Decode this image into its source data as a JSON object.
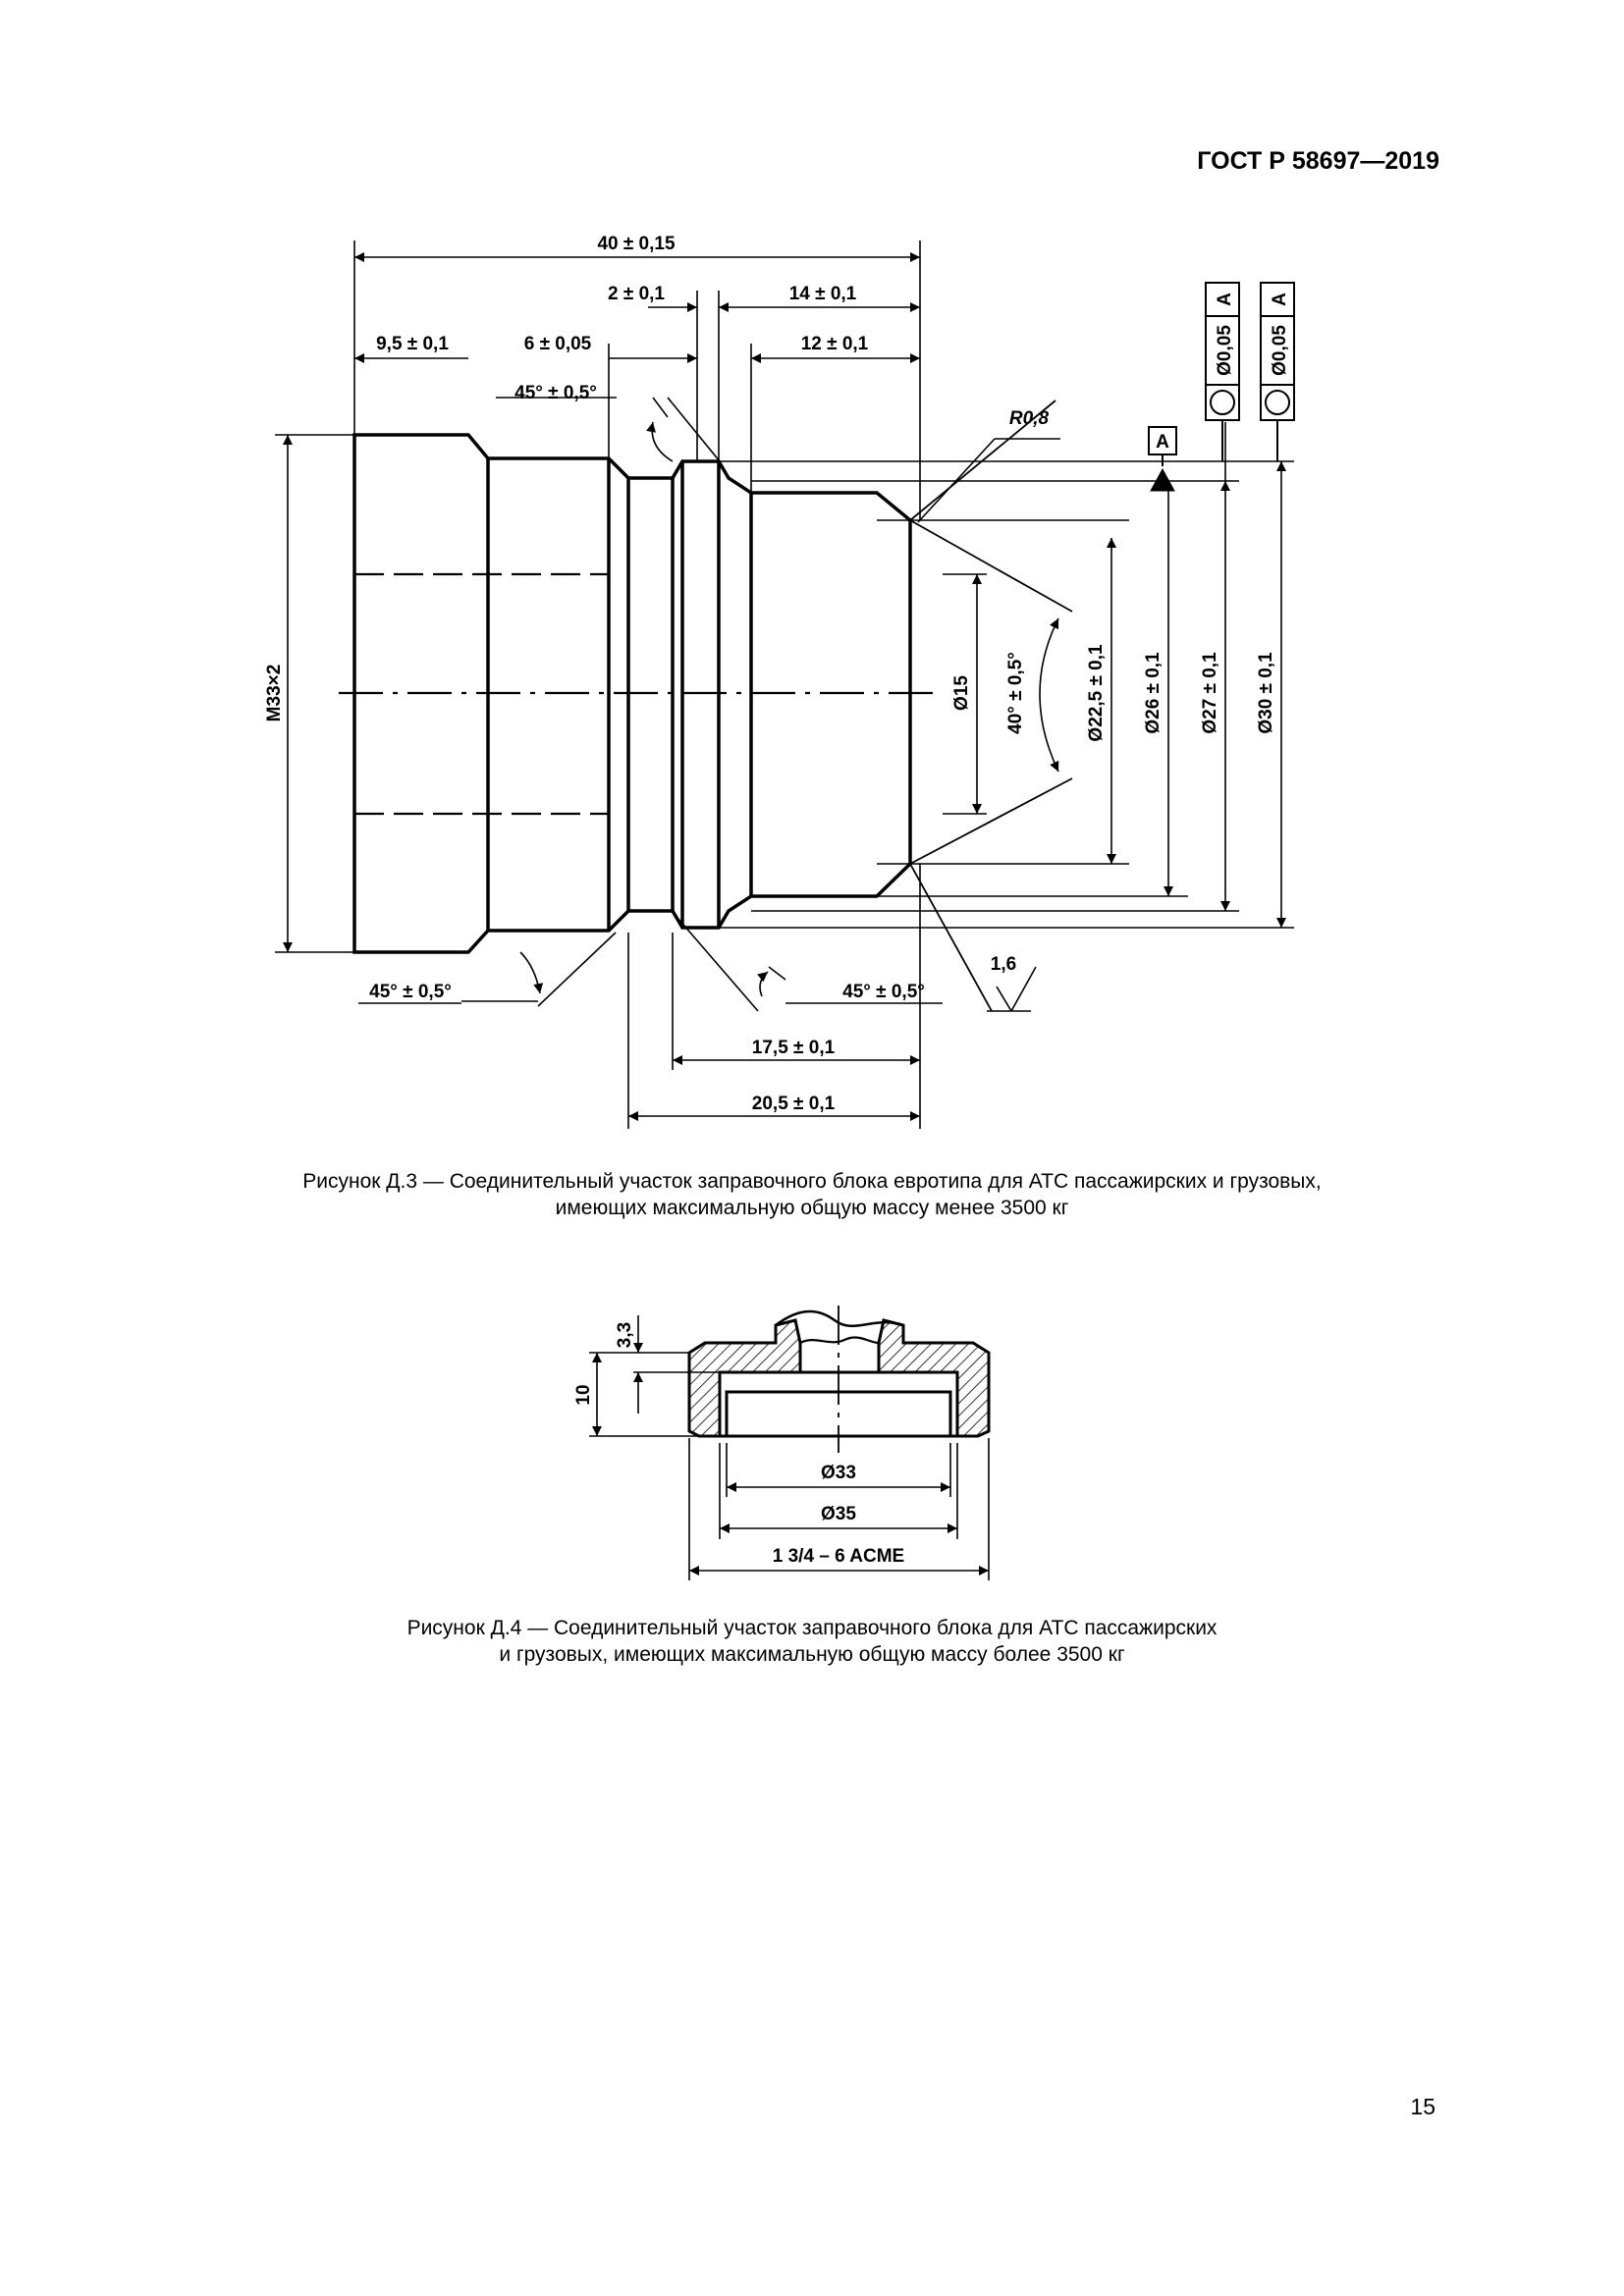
{
  "header": {
    "standard": "ГОСТ Р 58697—2019"
  },
  "figure_d3": {
    "dims": {
      "overall_length": "40 ± 0,15",
      "len_9_5": "9,5 ± 0,1",
      "len_6": "6 ± 0,05",
      "len_2": "2 ± 0,1",
      "len_14": "14 ± 0,1",
      "len_12": "12 ± 0,1",
      "len_17_5": "17,5 ± 0,1",
      "len_20_5": "20,5 ± 0,1",
      "angle_top": "45° ± 0,5°",
      "angle_bottom_left": "45° ± 0,5°",
      "angle_bottom_right": "45° ± 0,5°",
      "angle_cone": "40° ± 0,5°",
      "radius": "R0,8",
      "thread": "M33×2",
      "dia_15": "Ø15",
      "dia_22_5": "Ø22,5 ± 0,1",
      "dia_26": "Ø26 ± 0,1",
      "dia_27": "Ø27 ± 0,1",
      "dia_30": "Ø30 ± 0,1",
      "roughness": "1,6",
      "datum": "A",
      "tolerance_1": "Ø0,05",
      "tolerance_1_ref": "A",
      "tolerance_2": "Ø0,05",
      "tolerance_2_ref": "A"
    },
    "caption_line1": "Рисунок Д.3 — Соединительный участок заправочного блока евротипа для АТС пассажирских и грузовых,",
    "caption_line2": "имеющих максимальную общую массу менее 3500 кг"
  },
  "figure_d4": {
    "dims": {
      "h_3_3": "3,3",
      "h_10": "10",
      "dia_33": "Ø33",
      "dia_35": "Ø35",
      "thread": "1 3/4 – 6 ACME"
    },
    "caption_line1": "Рисунок Д.4 — Соединительный участок заправочного блока для АТС пассажирских",
    "caption_line2": "и грузовых, имеющих максимальную общую массу более 3500 кг"
  },
  "page_number": "15"
}
